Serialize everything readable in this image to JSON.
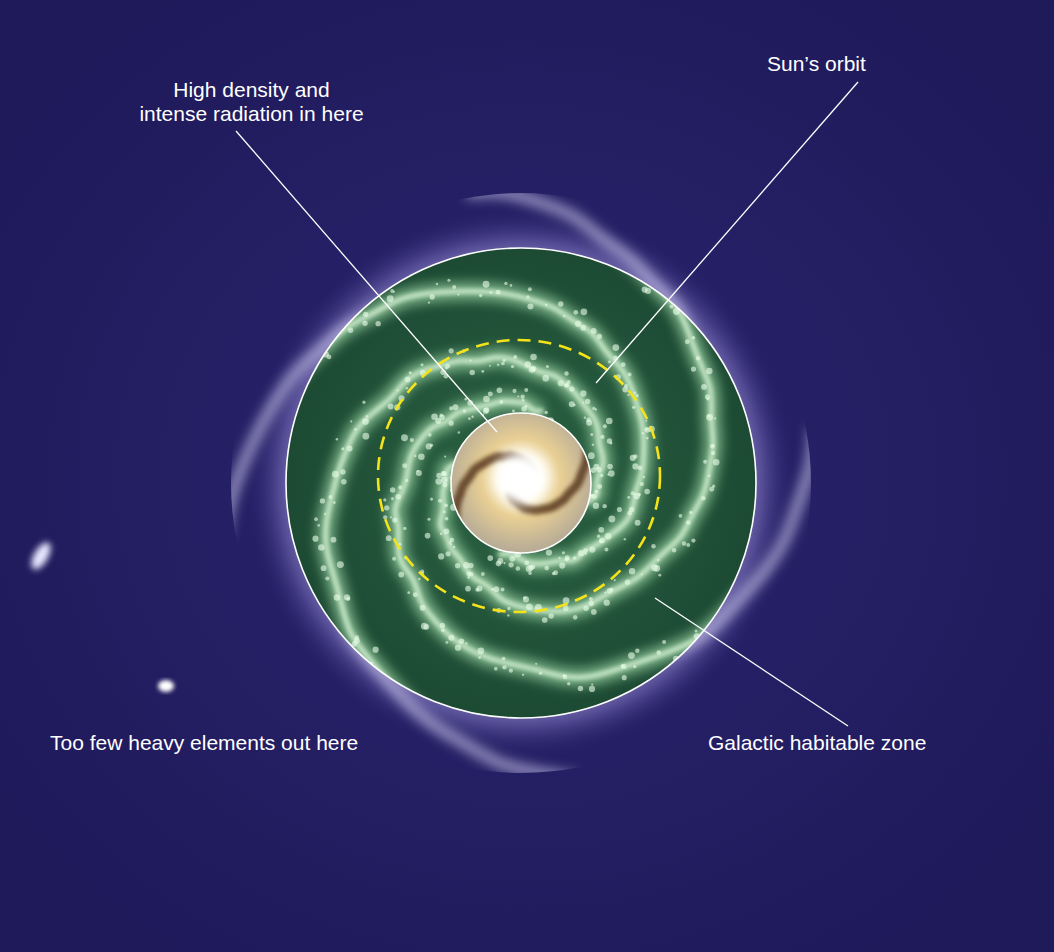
{
  "diagram": {
    "labels": [
      "High density and intense radiation in here",
      "Sun’s orbit",
      "Too few heavy elements out here",
      "Galactic habitable zone"
    ]
  }
}
